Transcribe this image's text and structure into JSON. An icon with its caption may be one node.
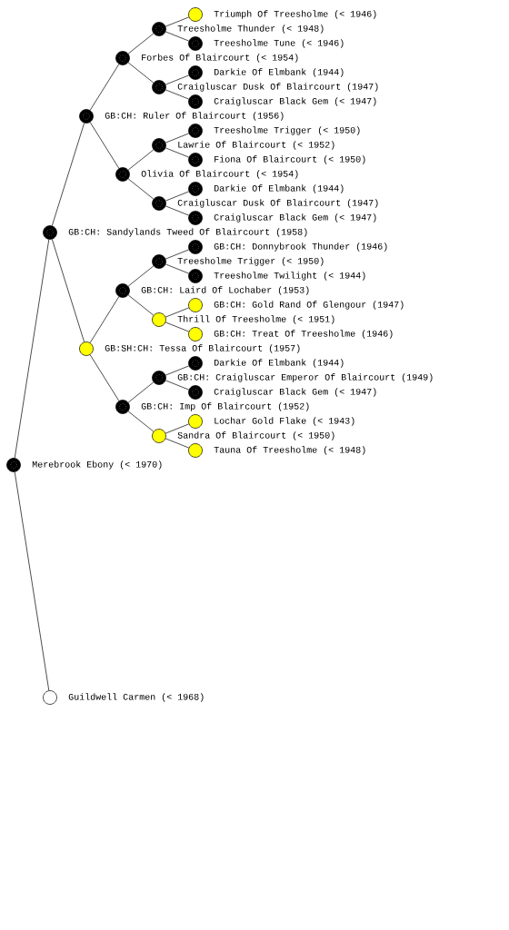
{
  "diagram": {
    "nodes": [
      {
        "text": [
          "Triumph Of Treesholme (< 1946)"
        ]
      },
      {
        "text": [
          "Treesholme Thunder (< 1948)"
        ]
      },
      {
        "text": [
          "Treesholme Tune (< 1946)"
        ]
      },
      {
        "text": [
          "Forbes Of Blaircourt (< 1954)"
        ]
      },
      {
        "text": [
          "Darkie Of Elmbank (1944)"
        ]
      },
      {
        "text": [
          "Craigluscar Dusk Of Blaircourt (1947)"
        ]
      },
      {
        "text": [
          "Craigluscar Black Gem (< 1947)"
        ]
      },
      {
        "text": [
          "GB:CH: Ruler Of Blaircourt (1956)"
        ]
      },
      {
        "text": [
          "Treesholme Trigger (< 1950)"
        ]
      },
      {
        "text": [
          "Lawrie Of Blaircourt (< 1952)"
        ]
      },
      {
        "text": [
          "Fiona Of Blaircourt (< 1950)"
        ]
      },
      {
        "text": [
          "Olivia Of Blaircourt (< 1954)"
        ]
      },
      {
        "text": [
          "Darkie Of Elmbank (1944)"
        ]
      },
      {
        "text": [
          "Craigluscar Dusk Of Blaircourt (1947)"
        ]
      },
      {
        "text": [
          "Craigluscar Black Gem (< 1947)"
        ]
      },
      {
        "text": [
          "GB:CH: Sandylands Tweed Of Blaircourt (1958)"
        ]
      },
      {
        "text": [
          "GB:CH: Donnybrook Thunder (1946)"
        ]
      },
      {
        "text": [
          "Treesholme Trigger (< 1950)"
        ]
      },
      {
        "text": [
          "Treesholme Twilight (< 1944)"
        ]
      },
      {
        "text": [
          "GB:CH: Laird Of Lochaber (1953)"
        ]
      },
      {
        "text": [
          "GB:CH: Gold Rand Of Glengour (1947)"
        ]
      },
      {
        "text": [
          "Thrill Of Treesholme (< 1951)"
        ]
      },
      {
        "text": [
          "GB:CH: Treat Of Treesholme (1946)"
        ]
      },
      {
        "text": [
          "GB:SH:CH: Tessa Of Blaircourt (1957)"
        ]
      },
      {
        "text": [
          "Darkie Of Elmbank (1944)"
        ]
      },
      {
        "text": [
          "GB:CH: Craigluscar Emperor Of Blaircourt (1949)"
        ]
      },
      {
        "text": [
          "Craigluscar Black Gem (< 1947)"
        ]
      },
      {
        "text": [
          "GB:CH: Imp Of Blaircourt (1952)"
        ]
      },
      {
        "text": [
          "Lochar Gold Flake (< 1943)"
        ]
      },
      {
        "text": [
          "Sandra Of Blaircourt (< 1950)"
        ]
      },
      {
        "text": [
          "Tauna Of Treesholme (< 1948)"
        ]
      },
      {
        "text": [
          "Merebrook Ebony (< 1970)"
        ]
      },
      {
        "text": [
          "Guildwell Carmen (< 1968)"
        ]
      }
    ],
    "edges": [
      {
        "from": 31,
        "to": 15,
        "arrow": "none"
      },
      {
        "from": 31,
        "to": 32,
        "arrow": "none"
      },
      {
        "from": 15,
        "to": 7,
        "arrow": "none"
      },
      {
        "from": 15,
        "to": 23,
        "arrow": "none"
      },
      {
        "from": 7,
        "to": 3,
        "arrow": "none"
      },
      {
        "from": 7,
        "to": 11,
        "arrow": "none"
      },
      {
        "from": 23,
        "to": 19,
        "arrow": "none"
      },
      {
        "from": 23,
        "to": 27,
        "arrow": "none"
      },
      {
        "from": 3,
        "to": 1,
        "arrow": "none"
      },
      {
        "from": 3,
        "to": 5,
        "arrow": "none"
      },
      {
        "from": 11,
        "to": 9,
        "arrow": "none"
      },
      {
        "from": 11,
        "to": 13,
        "arrow": "none"
      },
      {
        "from": 19,
        "to": 17,
        "arrow": "none"
      },
      {
        "from": 19,
        "to": 21,
        "arrow": "none"
      },
      {
        "from": 27,
        "to": 25,
        "arrow": "none"
      },
      {
        "from": 27,
        "to": 29,
        "arrow": "none"
      },
      {
        "from": 1,
        "to": 0,
        "arrow": "none"
      },
      {
        "from": 1,
        "to": 2,
        "arrow": "none"
      },
      {
        "from": 5,
        "to": 4,
        "arrow": "none"
      },
      {
        "from": 5,
        "to": 6,
        "arrow": "none"
      },
      {
        "from": 9,
        "to": 8,
        "arrow": "none"
      },
      {
        "from": 9,
        "to": 10,
        "arrow": "none"
      },
      {
        "from": 13,
        "to": 12,
        "arrow": "none"
      },
      {
        "from": 13,
        "to": 14,
        "arrow": "none"
      },
      {
        "from": 17,
        "to": 16,
        "arrow": "none"
      },
      {
        "from": 17,
        "to": 18,
        "arrow": "none"
      },
      {
        "from": 21,
        "to": 20,
        "arrow": "none"
      },
      {
        "from": 21,
        "to": 22,
        "arrow": "none"
      },
      {
        "from": 25,
        "to": 24,
        "arrow": "none"
      },
      {
        "from": 25,
        "to": 26,
        "arrow": "none"
      },
      {
        "from": 29,
        "to": 28,
        "arrow": "none"
      },
      {
        "from": 29,
        "to": 30,
        "arrow": "none"
      }
    ]
  }
}
